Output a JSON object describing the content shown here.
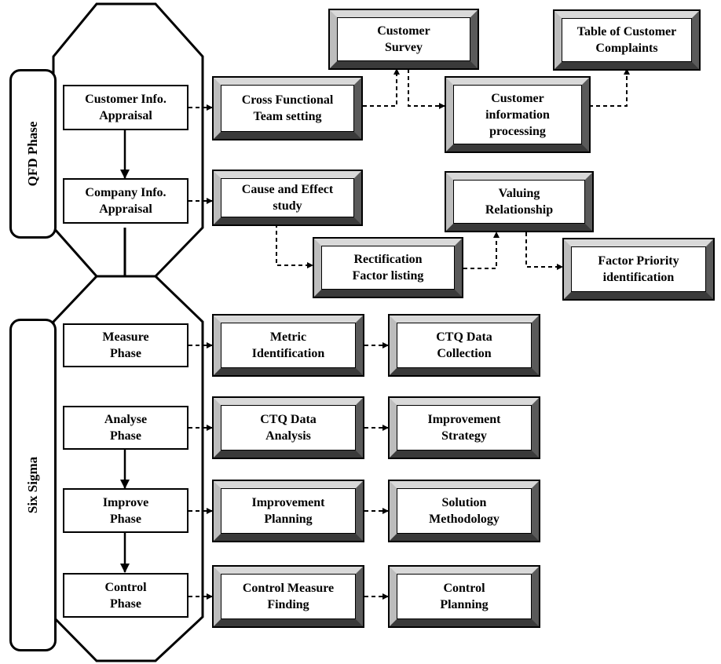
{
  "sections": {
    "qfd": "QFD Phase",
    "six_sigma": "Six Sigma"
  },
  "phases": {
    "customer_info": "Customer Info.\nAppraisal",
    "company_info": "Company Info.\nAppraisal",
    "measure": "Measure\nPhase",
    "analyse": "Analyse\nPhase",
    "improve": "Improve\nPhase",
    "control": "Control\nPhase"
  },
  "steps": {
    "cross_functional": "Cross Functional\nTeam setting",
    "customer_survey": "Customer\nSurvey",
    "customer_info_processing": "Customer\ninformation\nprocessing",
    "table_complaints": "Table of Customer\nComplaints",
    "cause_effect": "Cause and Effect\nstudy",
    "rectification": "Rectification\nFactor listing",
    "valuing": "Valuing\nRelationship",
    "factor_priority": "Factor Priority\nidentification",
    "metric_identification": "Metric\nIdentification",
    "ctq_collection": "CTQ Data\nCollection",
    "ctq_analysis": "CTQ Data\nAnalysis",
    "improvement_strategy": "Improvement\nStrategy",
    "improvement_planning": "Improvement\nPlanning",
    "solution_methodology": "Solution\nMethodology",
    "control_measure": "Control Measure\nFinding",
    "control_planning": "Control\nPlanning"
  }
}
